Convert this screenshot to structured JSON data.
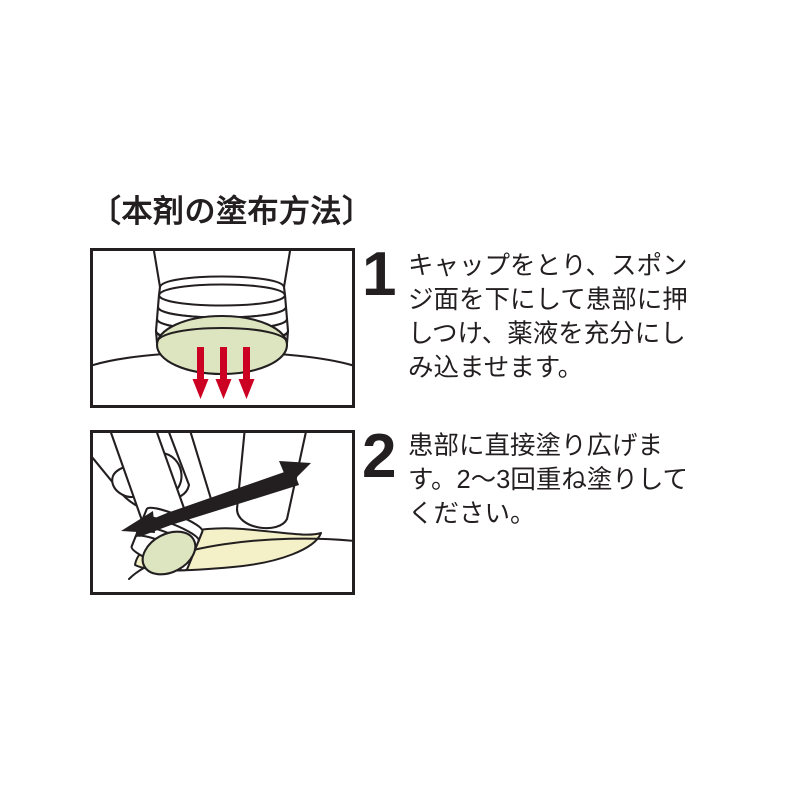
{
  "document": {
    "background_color": "#ffffff",
    "ink_color": "#231f20",
    "title": "〔本剤の塗布方法〕"
  },
  "steps": [
    {
      "number": "1",
      "text": "キャップをとり、スポンジ面を下にして患部に押しつけ、薬液を充分にしみ込ませます。",
      "illustration": {
        "name": "bottle-pressed-on-affected-area",
        "description_parts": {
          "sponge_color": "#dde5c0",
          "arrow_color": "#cc0022",
          "arrow_count": 3,
          "arrow_direction": "down",
          "outline_color": "#231f20"
        }
      }
    },
    {
      "number": "2",
      "text": "患部に直接塗り広げます。2〜3回重ね塗りしてください。",
      "illustration": {
        "name": "hand-spreading-medicine",
        "description_parts": {
          "sponge_color": "#dde5c0",
          "applied_liquid_color": "#f4f0c8",
          "arrow_color": "#231f20",
          "arrow_direction": "double-headed-horizontal",
          "outline_color": "#231f20"
        }
      }
    }
  ]
}
